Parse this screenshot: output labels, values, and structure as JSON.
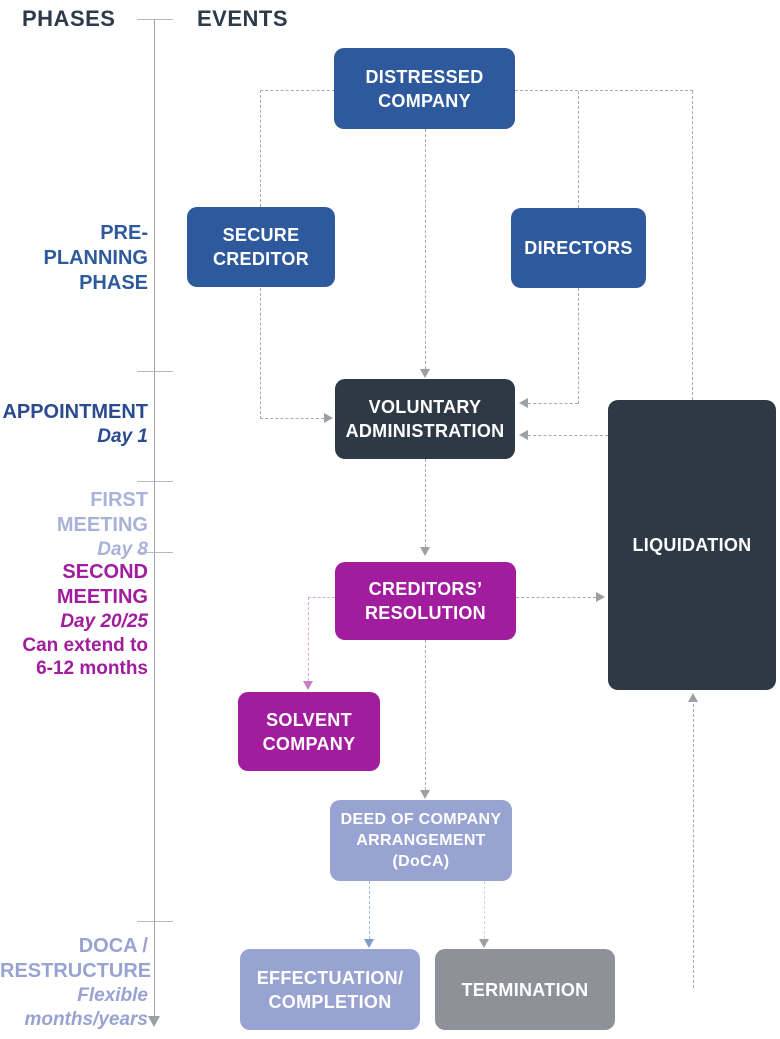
{
  "headers": {
    "phases": "PHASES",
    "events": "EVENTS"
  },
  "phases": [
    {
      "title": "PRE-PLANNING\nPHASE"
    },
    {
      "title": "APPOINTMENT",
      "subtitle": "Day 1"
    },
    {
      "title": "FIRST MEETING",
      "subtitle": "Day 8"
    },
    {
      "title": "SECOND\nMEETING",
      "subtitle": "Day 20/25",
      "note": "Can extend to\n6-12 months"
    },
    {
      "title": "DOCA /\nRESTRUCTURE",
      "subtitle": "Flexible\nmonths/years"
    }
  ],
  "boxes": {
    "distressed_company": "DISTRESSED\nCOMPANY",
    "secure_creditor": "SECURE\nCREDITOR",
    "directors": "DIRECTORS",
    "voluntary_administration": "VOLUNTARY\nADMINISTRATION",
    "liquidation": "LIQUIDATION",
    "creditors_resolution": "CREDITORS’\nRESOLUTION",
    "solvent_company": "SOLVENT\nCOMPANY",
    "doca": "DEED OF COMPANY\nARRANGEMENT\n(DoCA)",
    "effectuation": "EFFECTUATION/\nCOMPLETION",
    "termination": "TERMINATION"
  },
  "colors": {
    "blue_box": "#2e5a9d",
    "dark_slate_box": "#2d3a46",
    "magenta_box": "#a21c9e",
    "lavender_box": "#99a3d2",
    "gray_box": "#8e9197",
    "header_text": "#2d3a4a",
    "preplanning_text": "#2e5a9d",
    "appointment_text": "#2a4b90",
    "first_meeting_text": "#a9b3d9",
    "second_meeting_text": "#a21c9e",
    "doca_phase_text": "#98a3d1",
    "connector_gray": "#a8abae",
    "connector_pink": "#d9a8d6",
    "connector_blue": "#a4bad8",
    "timeline_gray": "#9aa0a4"
  }
}
